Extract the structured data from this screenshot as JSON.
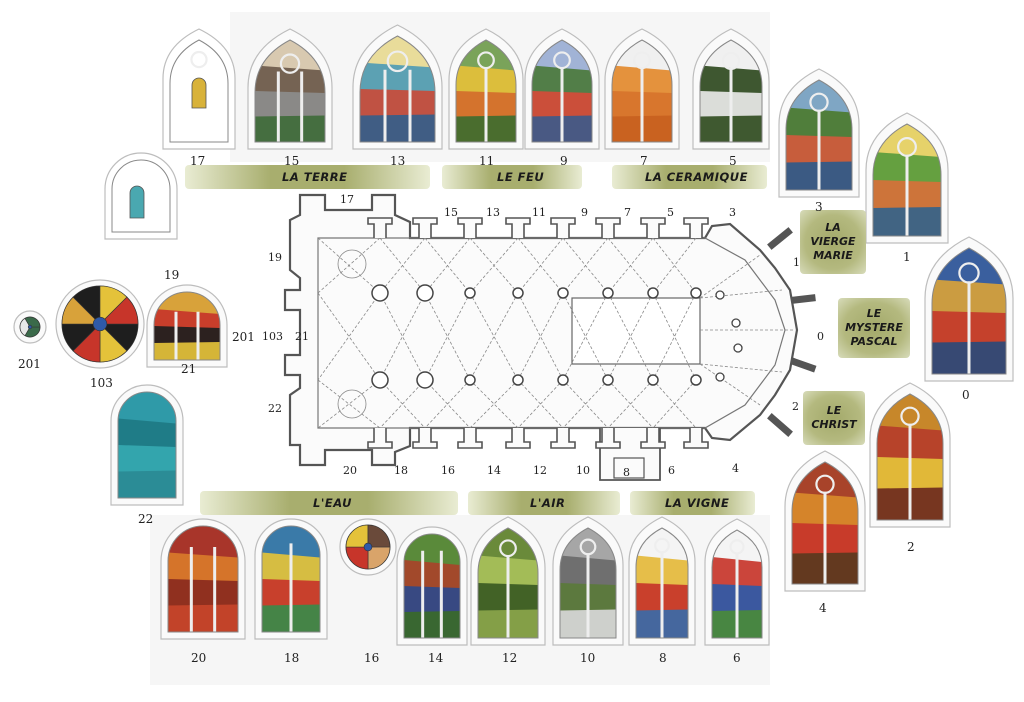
{
  "themes": {
    "terre": "LA TERRE",
    "feu": "LE FEU",
    "ceramique": "LA CERAMIQUE",
    "eau": "L'EAU",
    "air": "L'AIR",
    "vigne": "LA VIGNE",
    "vierge": [
      "LA",
      "VIERGE",
      "MARIE"
    ],
    "mystere": [
      "LE",
      "MYSTERE",
      "PASCAL"
    ],
    "christ": [
      "LE",
      "CHRIST"
    ]
  },
  "window_numbers": {
    "top": [
      "17",
      "15",
      "13",
      "11",
      "9",
      "7",
      "5"
    ],
    "right": [
      "3",
      "1",
      "0",
      "2",
      "4"
    ],
    "bottom": [
      "20",
      "18",
      "16",
      "14",
      "12",
      "10",
      "8",
      "6"
    ],
    "left": [
      "19",
      "201",
      "103",
      "21",
      "201",
      "22"
    ]
  },
  "plan_numbers": {
    "north": [
      "17",
      "15",
      "13",
      "11",
      "9",
      "7",
      "5",
      "3"
    ],
    "south": [
      "20",
      "18",
      "16",
      "14",
      "12",
      "10",
      "8",
      "6",
      "4"
    ],
    "west": [
      "19",
      "103",
      "21",
      "22"
    ],
    "east": [
      "1",
      "0",
      "2"
    ]
  },
  "colors": {
    "band_olive": "#a8ae6e",
    "frame_gray": "#bdbdbd",
    "plan_line": "#555555"
  }
}
